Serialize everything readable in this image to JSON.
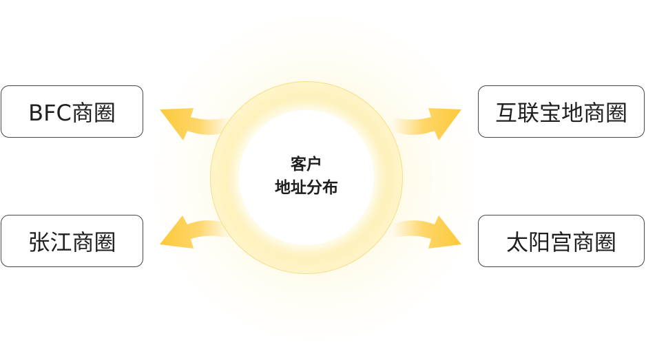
{
  "hub": {
    "line1": "客户",
    "line2": "地址分布"
  },
  "regions": {
    "top_left": "BFC商圈",
    "bottom_left": "张江商圈",
    "top_right": "互联宝地商圈",
    "bottom_right": "太阳宫商圈"
  },
  "colors": {
    "arrow": "#fdc93a",
    "ring_border": "#f8dd82",
    "glow": "#fdeca0",
    "box_border": "#444444"
  }
}
